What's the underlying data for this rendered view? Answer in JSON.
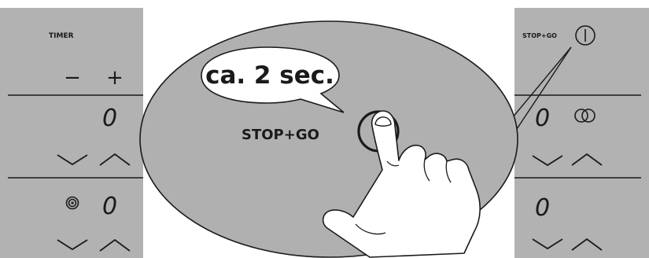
{
  "colors": {
    "panel": "#b2b2b2",
    "zoom": "#b0b0b0",
    "ink": "#1a1a1a",
    "paper": "#ffffff"
  },
  "left_panel": {
    "timer_label": "TIMER",
    "minus_symbol": "−",
    "plus_symbol": "+",
    "timer_value": "0",
    "zone_value": "0",
    "zone_icon": "heating-zone-icon",
    "down_icon": "chevron-down-icon",
    "up_icon": "chevron-up-icon"
  },
  "right_panel": {
    "stopgo_label": "STOP+GO",
    "power_icon": "power-icon",
    "zone1_value": "0",
    "dual_zone_icon": "dual-zone-icon",
    "zone2_value": "0",
    "down_icon": "chevron-down-icon",
    "up_icon": "chevron-up-icon"
  },
  "callout": {
    "bubble_text": "ca. 2 sec.",
    "button_label": "STOP+GO"
  }
}
